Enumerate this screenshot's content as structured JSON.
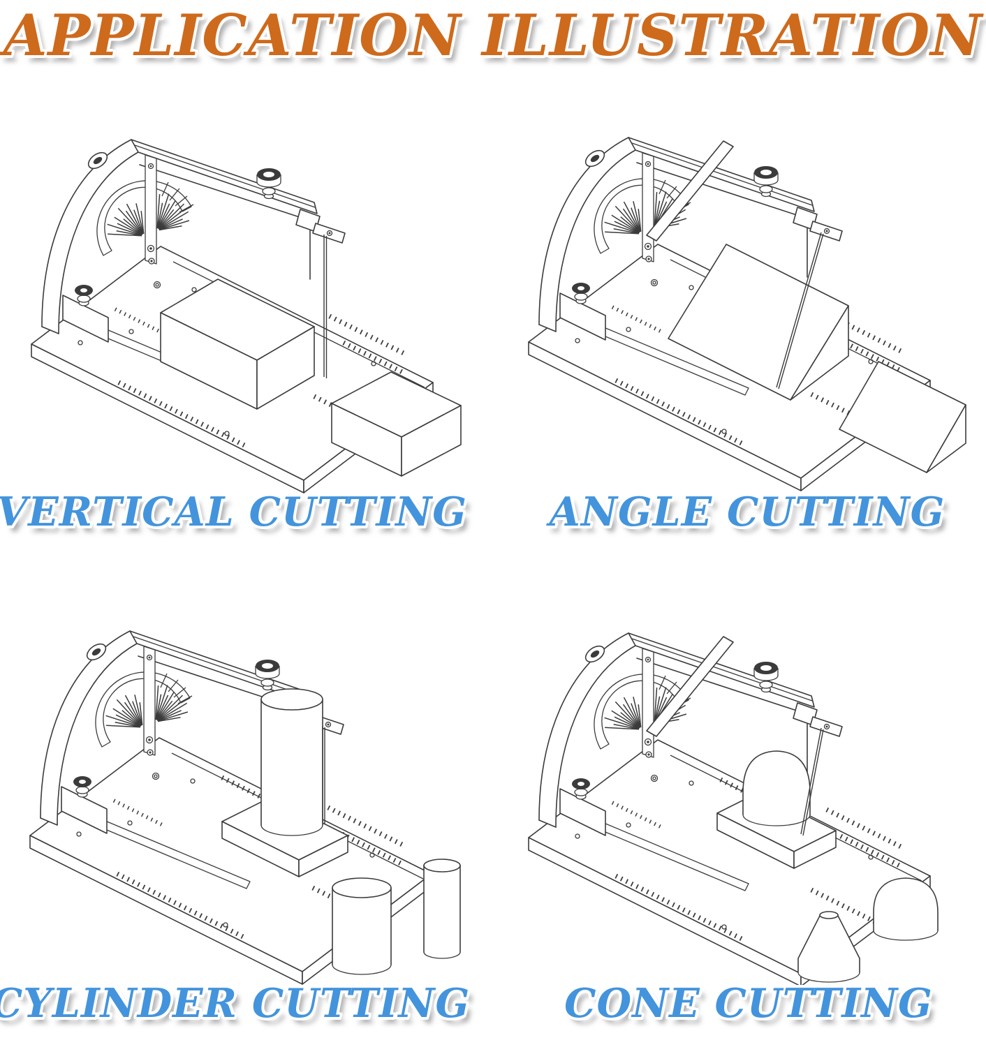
{
  "title": {
    "text": "APPLICATION ILLUSTRATION",
    "color": "#CE6A1C"
  },
  "panels": [
    {
      "id": "vertical",
      "caption": "VERTICAL CUTTING",
      "workpiece": "rectangular-block"
    },
    {
      "id": "angle",
      "caption": "ANGLE CUTTING",
      "workpiece": "wedge-block"
    },
    {
      "id": "cylinder",
      "caption": "CYLINDER CUTTING",
      "workpiece": "cylinder"
    },
    {
      "id": "cone",
      "caption": "CONE CUTTING",
      "workpiece": "cone"
    }
  ],
  "styles": {
    "caption_color": "#4394DC",
    "line_color": "#3b3b3b",
    "background": "#ffffff",
    "outline_color": "#ffffff",
    "shadow_color": "#6e6e6e"
  }
}
